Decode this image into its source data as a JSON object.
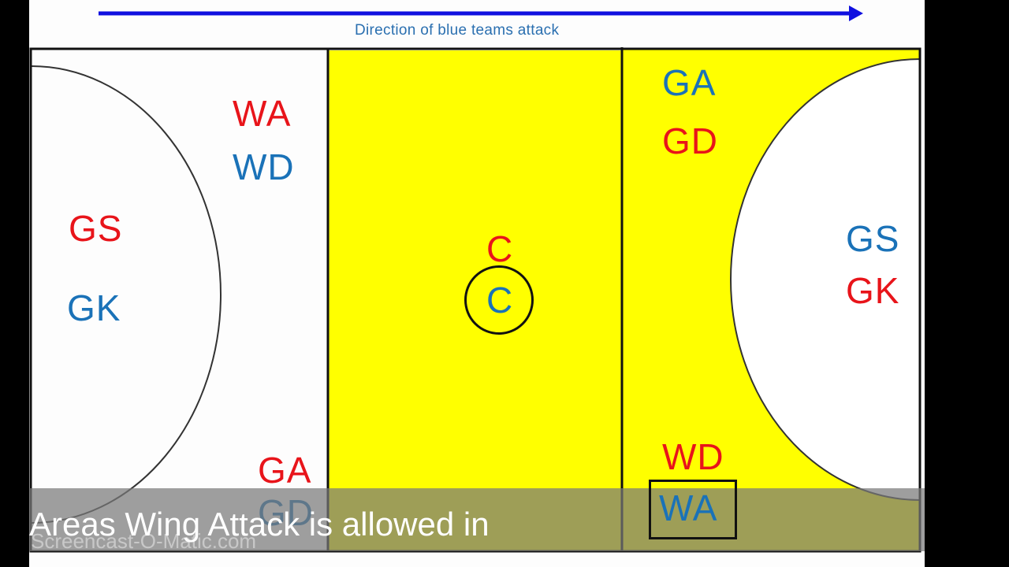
{
  "direction_label": "Direction of blue teams attack",
  "colors": {
    "red_team": "#e8141a",
    "blue_team": "#1a72b8",
    "center_third": "#ffff00",
    "arrow": "#1010e0"
  },
  "left_third": {
    "wing_red": "WA",
    "wing_blue": "WD",
    "circle_red": "GS",
    "circle_blue": "GK",
    "bottom_red": "GA",
    "bottom_blue": "GD"
  },
  "center_third": {
    "center_red": "C",
    "center_blue": "C"
  },
  "right_third": {
    "top_blue": "GA",
    "top_red": "GD",
    "circle_blue": "GS",
    "circle_red": "GK",
    "bottom_red": "WD",
    "bottom_blue": "WA"
  },
  "caption": "Areas Wing Attack is allowed in",
  "watermark": "Screencast-O-Matic.com"
}
